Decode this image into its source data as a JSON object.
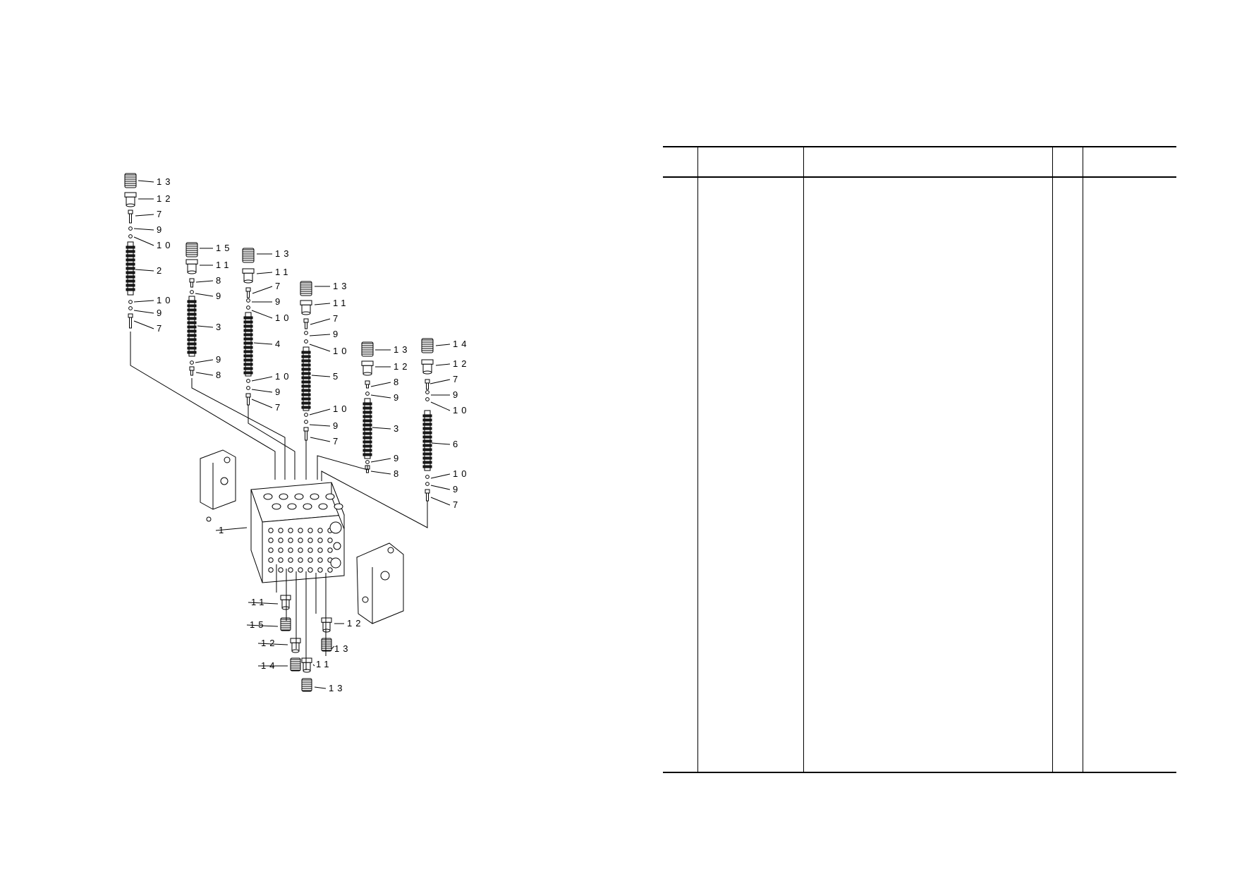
{
  "callouts": [
    "1",
    "2",
    "3",
    "4",
    "5",
    "6",
    "7",
    "8",
    "9",
    "10",
    "11",
    "12",
    "13",
    "14",
    "15"
  ],
  "table": {
    "headers": [
      "",
      "",
      "",
      "",
      ""
    ]
  }
}
